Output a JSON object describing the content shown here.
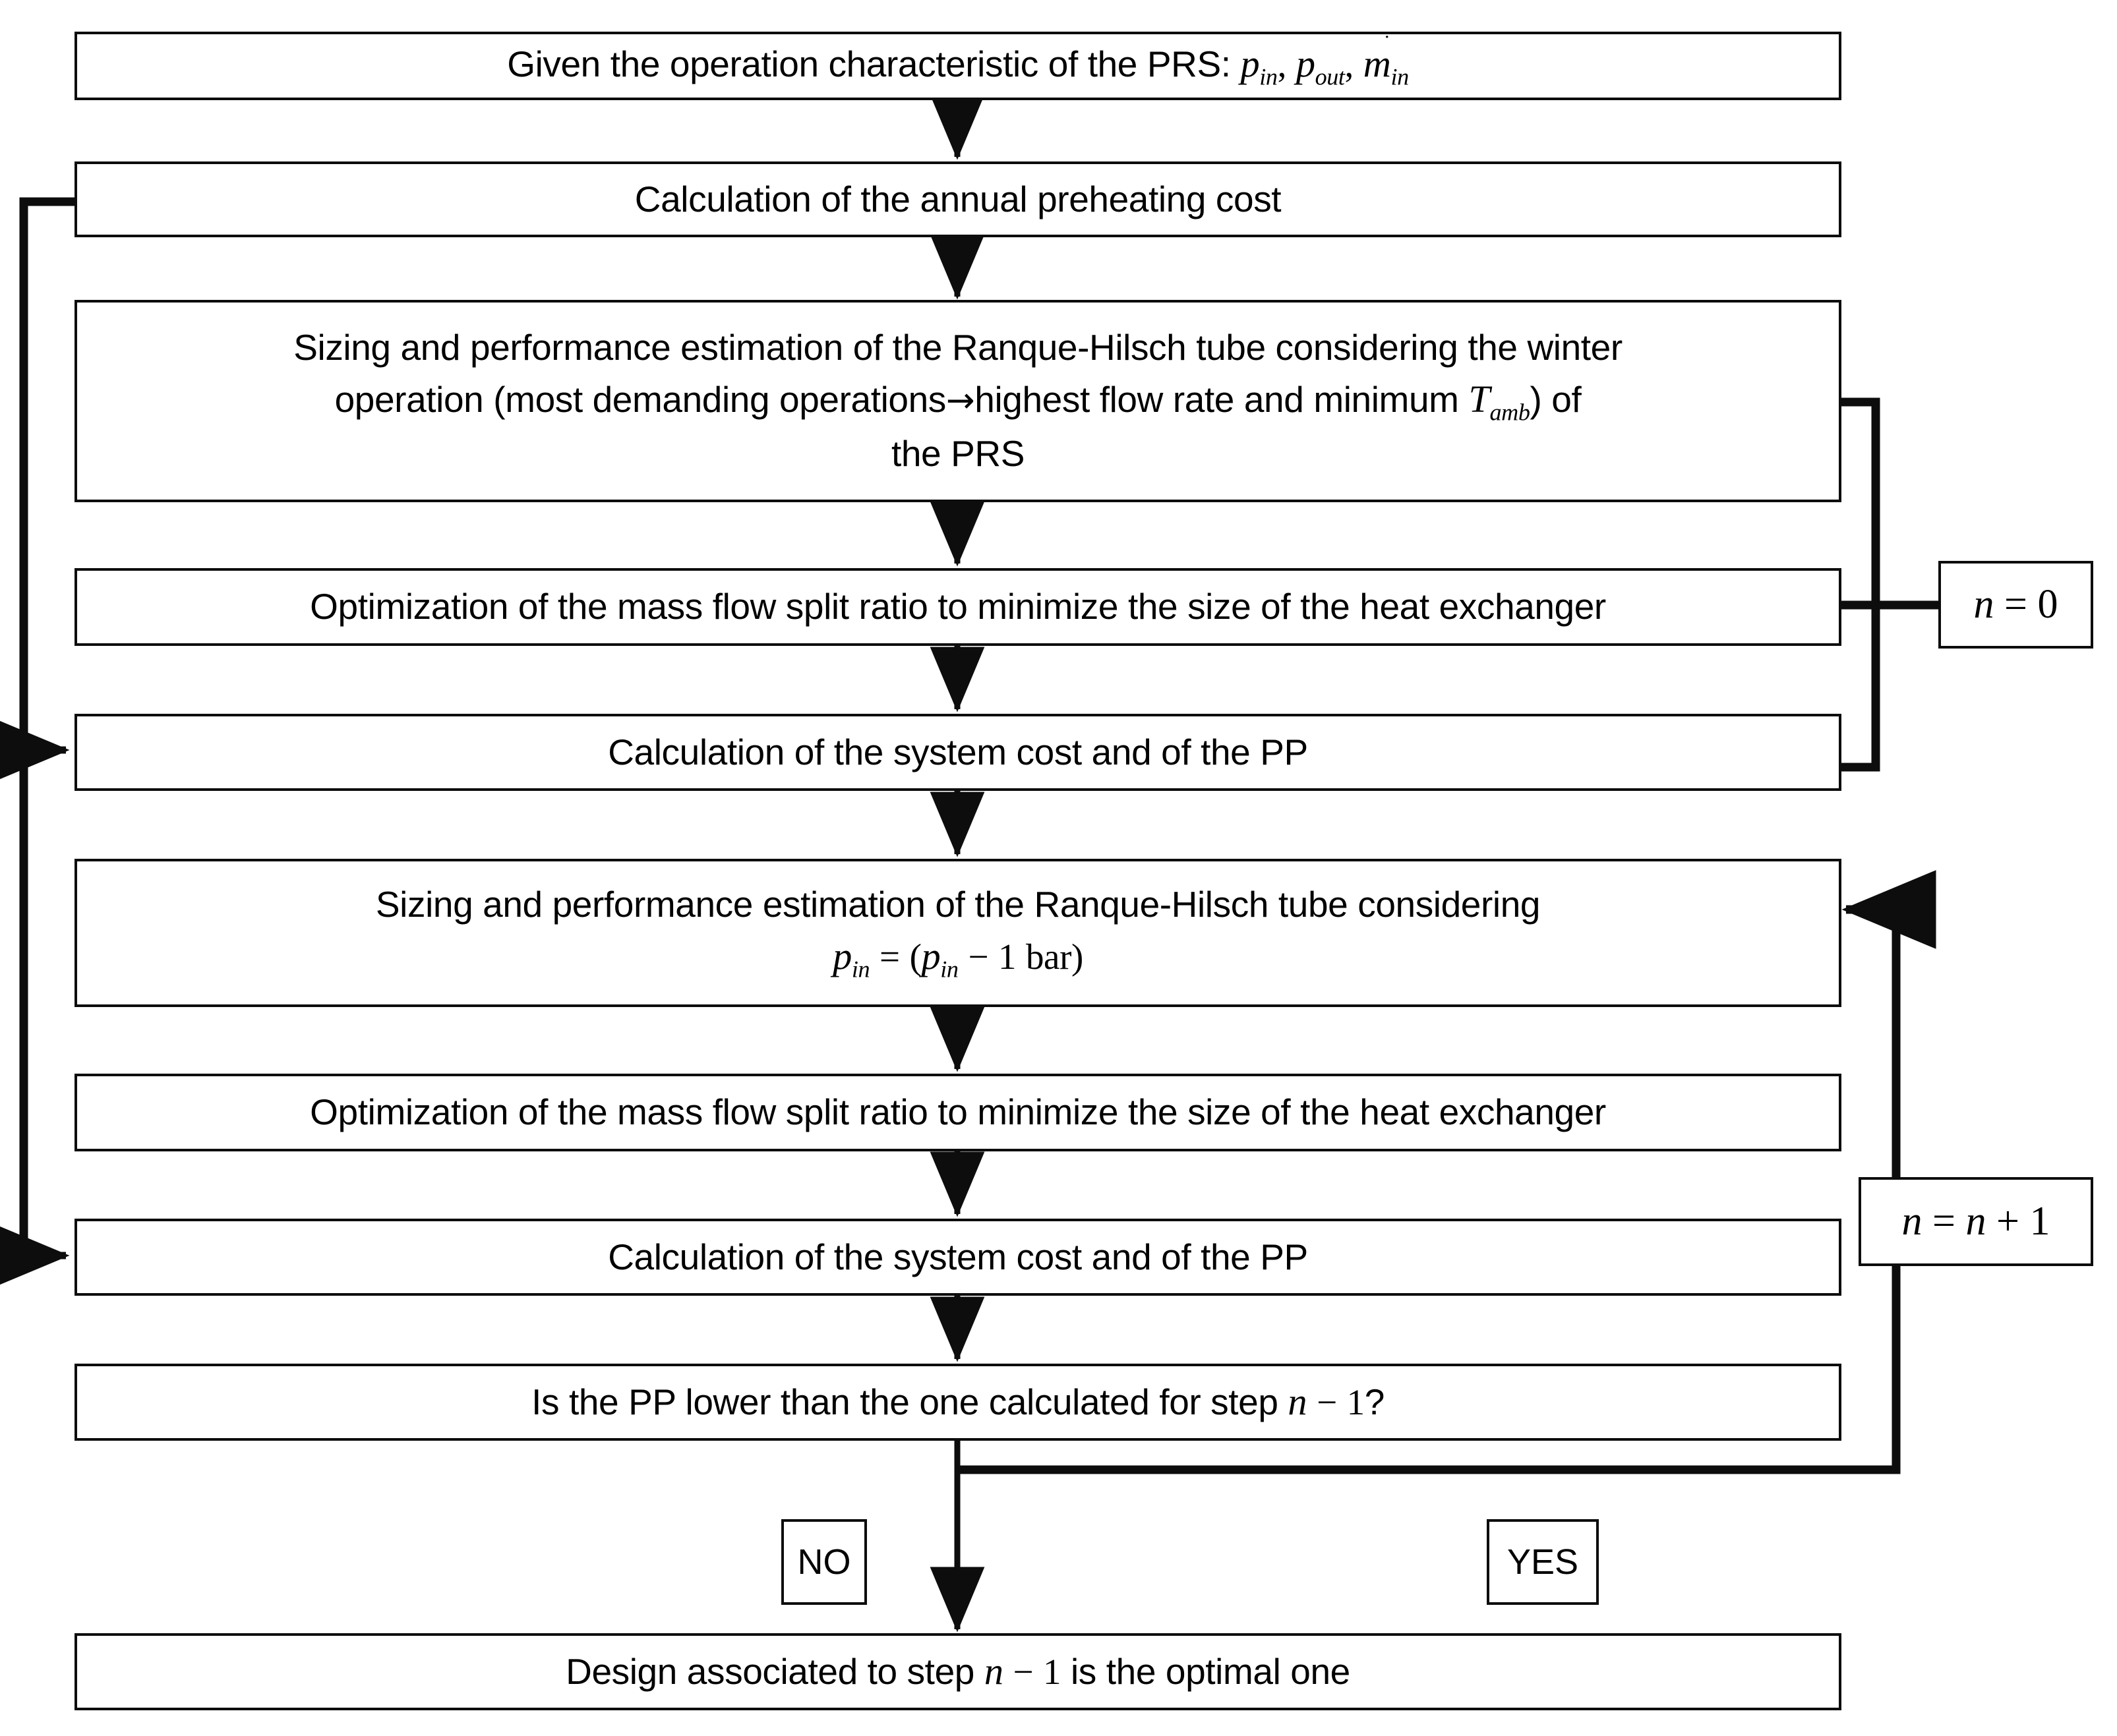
{
  "diagram": {
    "title": "PRS Ranque-Hilsch tube design optimization flowchart",
    "line_color": "#0d0d0d",
    "background": "#ffffff"
  },
  "nodes": {
    "start": {
      "label": "Given the operation characteristic of the PRS: p_in, p_out, m_dot_in",
      "text_prefix": "Given the operation characteristic of the PRS: ",
      "var1": "p",
      "var1_sub": "in",
      "var2": "p",
      "var2_sub": "out",
      "var3": "m",
      "var3_sub": "in",
      "sep": ","
    },
    "preheating_cost": {
      "label": "Calculation of the annual preheating cost"
    },
    "sizing_winter": {
      "line1": "Sizing and performance estimation of the Ranque-Hilsch tube considering the winter",
      "line2_a": "operation (most demanding operations",
      "line2_arrow": "→",
      "line2_b": "highest flow rate and minimum ",
      "line2_var": "T",
      "line2_var_sub": "amb",
      "line2_c": ") of",
      "line3": "the PRS"
    },
    "optimization_1": {
      "label": "Optimization of the mass flow split ratio to minimize the size of the heat exchanger"
    },
    "system_cost_1": {
      "label": "Calculation of the system cost and of the PP"
    },
    "sizing_reduced": {
      "line1": "Sizing and performance estimation of the Ranque-Hilsch tube considering",
      "eq_lhs_var": "p",
      "eq_lhs_sub": "in",
      "eq_sign": "=",
      "eq_open": "(",
      "eq_rhs_var": "p",
      "eq_rhs_sub": "in",
      "eq_minus": "−",
      "eq_value": "1",
      "eq_unit": "bar",
      "eq_close": ")"
    },
    "optimization_2": {
      "label": "Optimization of the mass flow split ratio to minimize the size of the heat exchanger"
    },
    "system_cost_2": {
      "label": "Calculation of the system cost and of the PP"
    },
    "decision": {
      "prefix": "Is the PP lower than the one calculated for step ",
      "var": "n",
      "minus": "−",
      "value": "1",
      "suffix": "?"
    },
    "result": {
      "prefix": "Design associated to step ",
      "var": "n",
      "minus": "−",
      "value": "1",
      "suffix": " is the optimal one"
    }
  },
  "annotations": {
    "counter_init": {
      "var": "n",
      "op": "=",
      "value": "0",
      "plain": "n = 0"
    },
    "counter_increment": {
      "var": "n",
      "op": "=",
      "var2": "n",
      "op2": "+",
      "value": "1",
      "plain": "n = n + 1"
    },
    "branch_no": {
      "label": "NO"
    },
    "branch_yes": {
      "label": "YES"
    }
  }
}
